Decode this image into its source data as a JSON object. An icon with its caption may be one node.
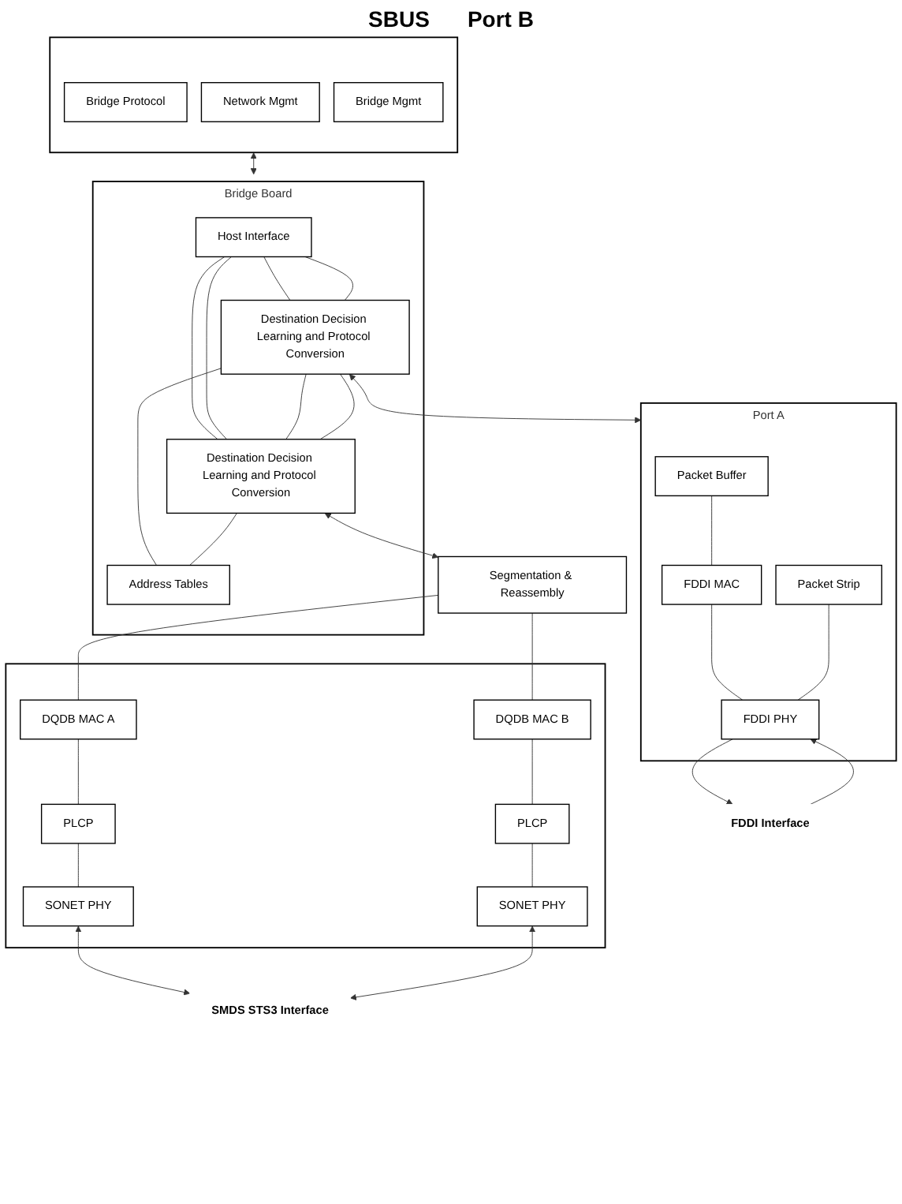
{
  "diagram": {
    "nodes": [
      {
        "text": [],
        "shape": "box"
      },
      {
        "text": [
          "Bridge Protocol"
        ],
        "in": 0
      },
      {
        "text": [
          "Network Mgmt"
        ],
        "in": 0
      },
      {
        "text": [
          "Bridge Mgmt"
        ],
        "in": 0
      },
      {
        "text": [
          "Bridge Board"
        ]
      },
      {
        "text": [
          "Host Interface"
        ],
        "in": 4
      },
      {
        "text": [
          "Destination Decision Learning and Protocol Conversion"
        ],
        "in": 4
      },
      {
        "text": [
          "Destination Decision Learning and Protocol Conversion"
        ],
        "in": 4
      },
      {
        "text": [
          "Address Tables"
        ],
        "in": 4
      },
      {
        "text": [
          "Port A"
        ]
      },
      {
        "text": [
          "Packet Buffer"
        ],
        "in": 9
      },
      {
        "text": [
          "FDDI MAC"
        ],
        "in": 9
      },
      {
        "text": [
          "Packet Strip"
        ],
        "in": 9
      },
      {
        "text": [
          "FDDI PHY"
        ],
        "in": 9
      },
      {
        "text": [
          "Segmentation & Reassembly"
        ]
      },
      {
        "text": [],
        "shape": "box"
      },
      {
        "text": [
          "DQDB MAC A"
        ],
        "in": 15
      },
      {
        "text": [
          "DQDB MAC B"
        ],
        "in": 15
      },
      {
        "text": [
          "PLCP"
        ],
        "in": 15
      },
      {
        "text": [
          "PLCP"
        ],
        "in": 15
      },
      {
        "text": [
          "SONET PHY"
        ],
        "in": 15
      },
      {
        "text": [
          "SONET PHY"
        ],
        "in": 15
      },
      {
        "text": [
          "FDDI Interface"
        ]
      },
      {
        "text": [
          "SMDS STS3 Interface"
        ]
      }
    ],
    "edges": [
      {
        "from": 0,
        "to": 4,
        "arrow": "both"
      },
      {
        "from": 5,
        "to": 6,
        "arrow": "none"
      },
      {
        "from": 5,
        "to": 6,
        "arrow": "none"
      },
      {
        "from": 5,
        "to": 7,
        "arrow": "none"
      },
      {
        "from": 5,
        "to": 7,
        "arrow": "none"
      },
      {
        "from": 6,
        "to": 7,
        "arrow": "none"
      },
      {
        "from": 6,
        "to": 7,
        "arrow": "none"
      },
      {
        "from": 6,
        "to": 8,
        "arrow": "none"
      },
      {
        "from": 7,
        "to": 8,
        "arrow": "none"
      },
      {
        "from": 6,
        "to": 9,
        "arrow": "both"
      },
      {
        "from": 7,
        "to": 14,
        "arrow": "both"
      },
      {
        "from": 10,
        "to": 11,
        "arrow": "none"
      },
      {
        "from": 11,
        "to": 13,
        "arrow": "none"
      },
      {
        "from": 12,
        "to": 13,
        "arrow": "none"
      },
      {
        "from": 14,
        "to": 16,
        "arrow": "none"
      },
      {
        "from": 14,
        "to": 17,
        "arrow": "none"
      },
      {
        "from": 16,
        "to": 18,
        "arrow": "none"
      },
      {
        "from": 18,
        "to": 20,
        "arrow": "none"
      },
      {
        "from": 17,
        "to": 19,
        "arrow": "none"
      },
      {
        "from": 19,
        "to": 21,
        "arrow": "none"
      },
      {
        "from": 13,
        "to": 22,
        "arrow": "to"
      },
      {
        "from": 22,
        "to": 13,
        "arrow": "to"
      },
      {
        "from": 20,
        "to": 23,
        "arrow": "both"
      },
      {
        "from": 21,
        "to": 23,
        "arrow": "both"
      }
    ],
    "labels": [
      "SBUS",
      "Port B"
    ]
  }
}
